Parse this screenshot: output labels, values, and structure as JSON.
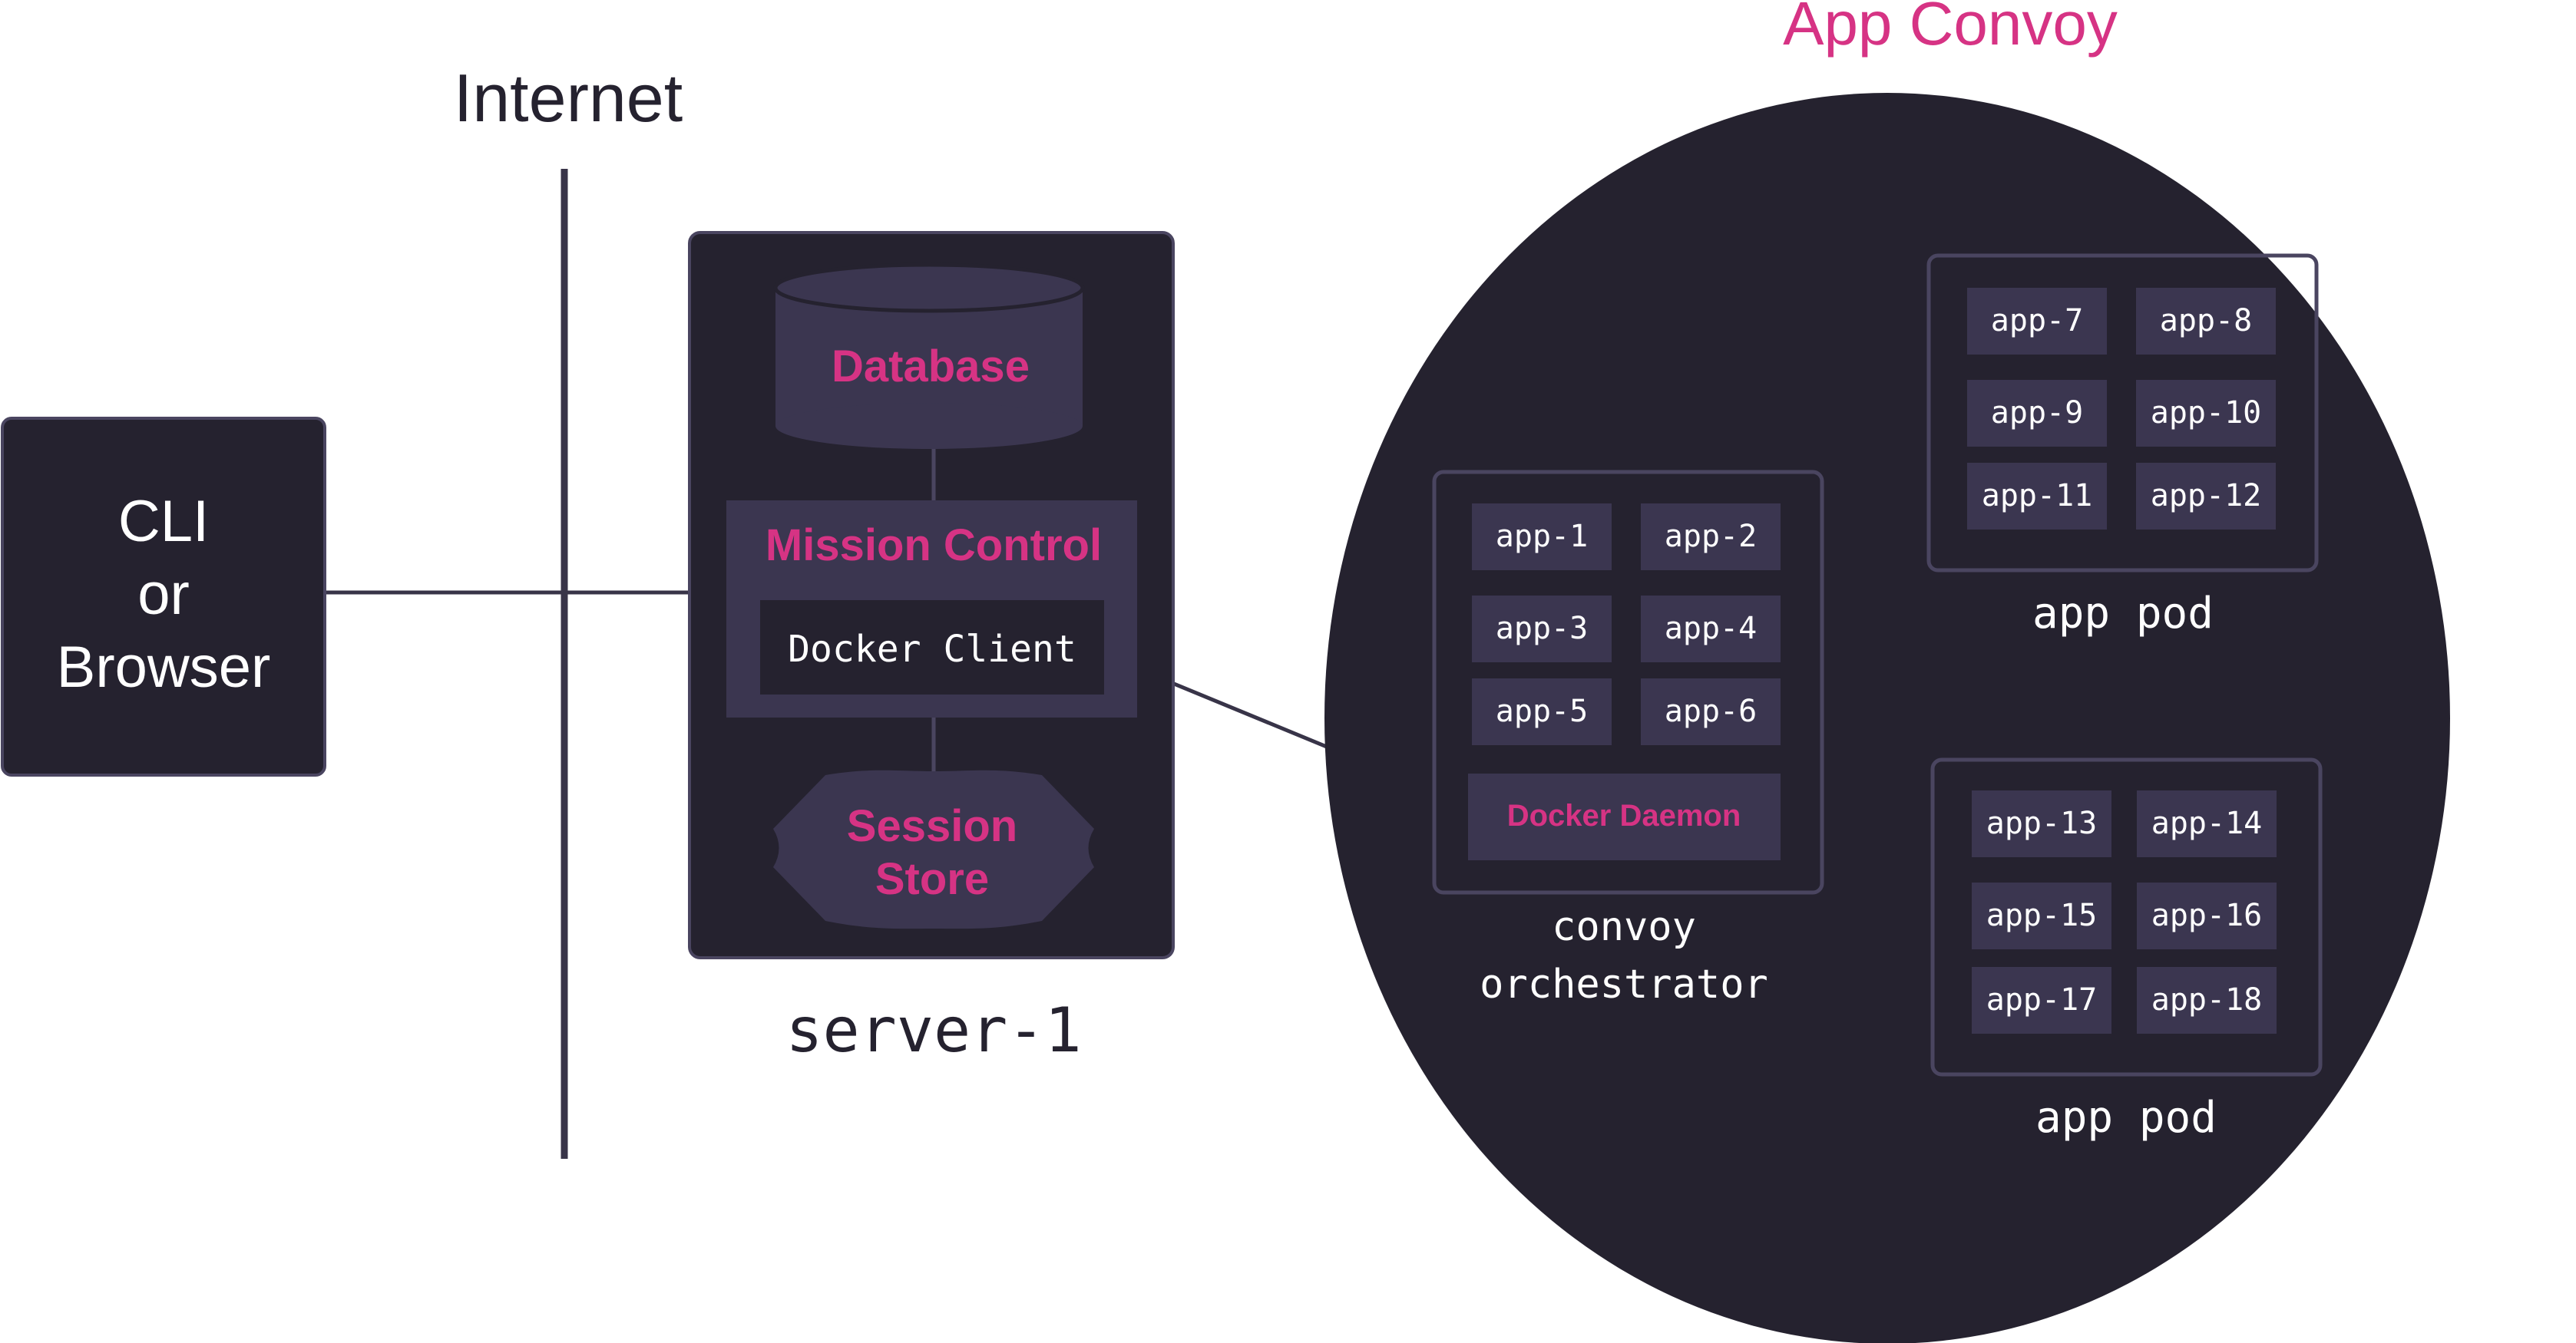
{
  "colors": {
    "background": "#ffffff",
    "dark_panel": "#25222f",
    "inner_panel": "#3b3650",
    "accent": "#d63384",
    "text_light": "#ffffff",
    "text_dark": "#25222f",
    "line": "#383448",
    "frame_stroke": "#4a4560"
  },
  "client": {
    "lines": [
      "CLI",
      "or",
      "Browser"
    ]
  },
  "internet": {
    "label": "Internet"
  },
  "server": {
    "caption": "server-1",
    "database": "Database",
    "mission_control": "Mission Control",
    "docker_client": "Docker Client",
    "session_store": [
      "Session",
      "Store"
    ]
  },
  "convoy": {
    "title": "App Convoy",
    "orchestrator": {
      "caption": [
        "convoy",
        "orchestrator"
      ],
      "apps": [
        "app-1",
        "app-2",
        "app-3",
        "app-4",
        "app-5",
        "app-6"
      ],
      "docker_daemon": "Docker Daemon"
    },
    "pods": [
      {
        "caption": "app pod",
        "apps": [
          "app-7",
          "app-8",
          "app-9",
          "app-10",
          "app-11",
          "app-12"
        ]
      },
      {
        "caption": "app pod",
        "apps": [
          "app-13",
          "app-14",
          "app-15",
          "app-16",
          "app-17",
          "app-18"
        ]
      }
    ]
  }
}
